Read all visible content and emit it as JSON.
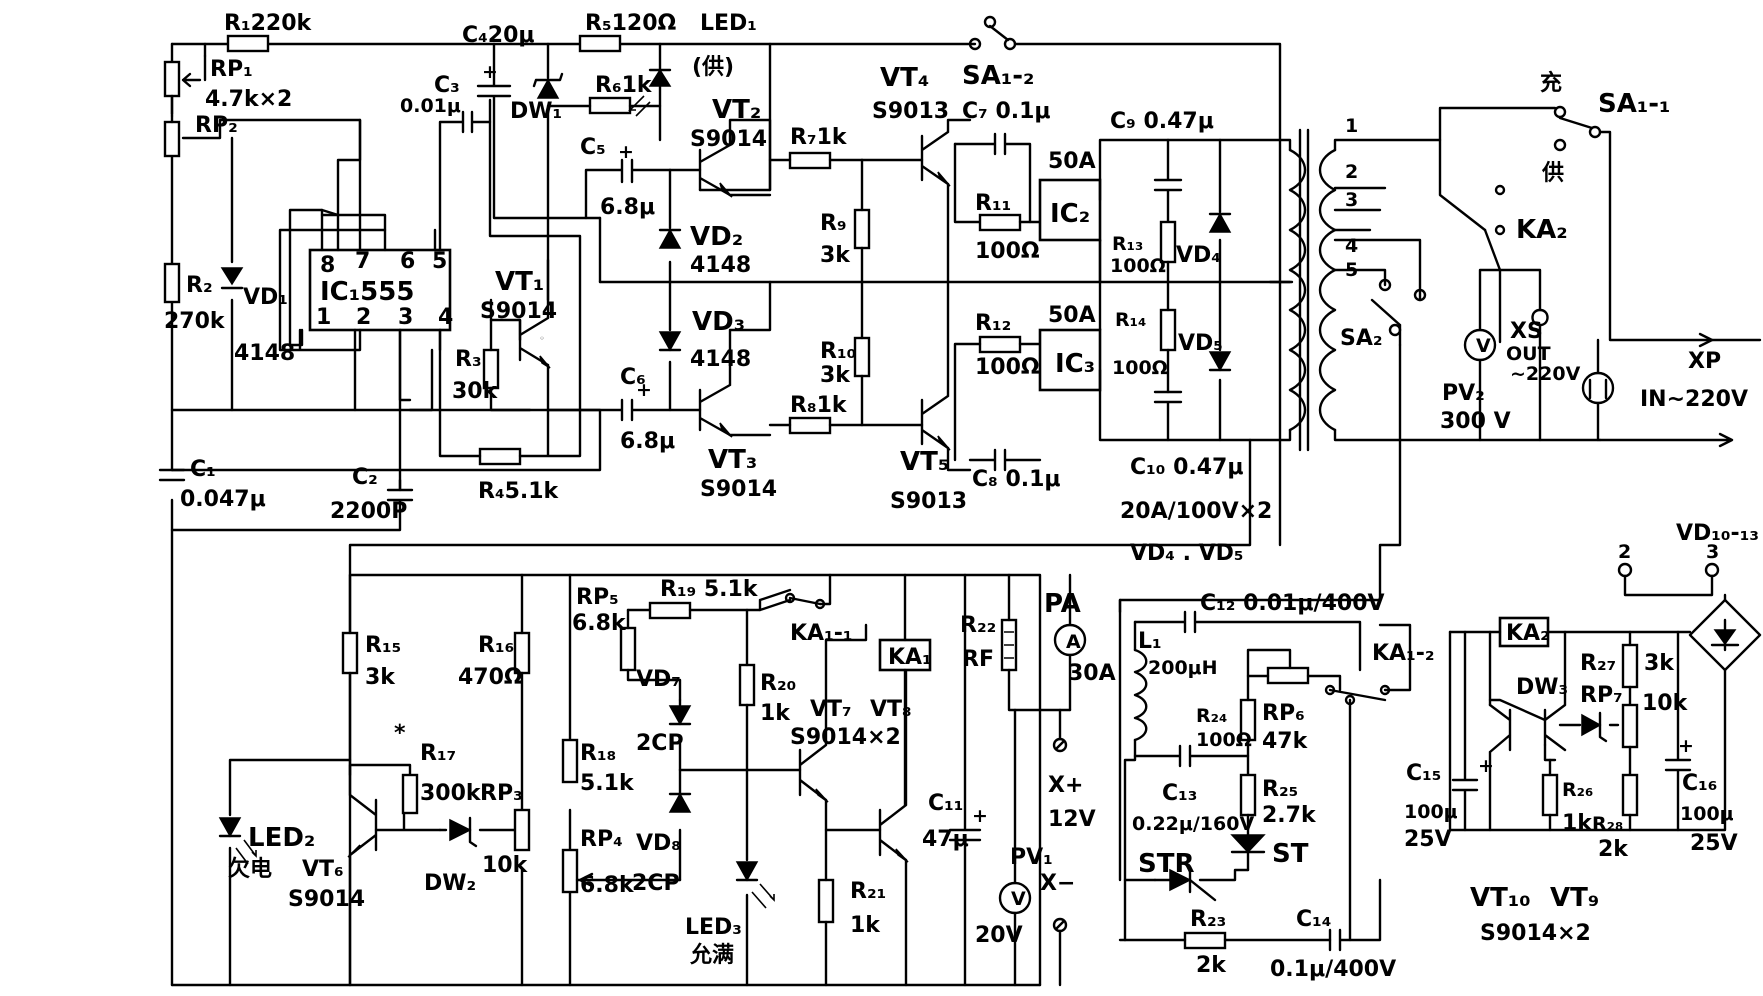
{
  "labels": {
    "R1": "R₁220k",
    "RP1": "RP₁",
    "RP1v": "4.7k×2",
    "RP2": "RP₂",
    "C4": "C₄20μ",
    "R5": "R₅120Ω",
    "LED1": "LED₁",
    "gong": "(供)",
    "SA12": "SA₁-₂",
    "C3": "C₃",
    "C3v": "0.01μ",
    "DW1": "DW₁",
    "R6": "R₆1k",
    "VT2": "VT₂",
    "VT2t": "S9014",
    "VT4": "VT₄",
    "VT4t": "S9013",
    "C7": "C₇ 0.1μ",
    "C9": "C₉ 0.47μ",
    "C5": "C₅",
    "C5v": "6.8μ",
    "R7": "R₇1k",
    "IC1": "IC₁555",
    "p8": "8",
    "p7": "7",
    "p6": "6",
    "p5": "5",
    "p1": "1",
    "p2": "2",
    "p3": "3",
    "p4": "4",
    "VT1": "VT₁",
    "VT1t": "S9014",
    "R2": "R₂",
    "R2v": "270k",
    "VD1": "VD₁",
    "VD1v": "4148",
    "VD2": "VD₂",
    "VD2v": "4148",
    "R9": "R₉",
    "R9v": "3k",
    "A50a": "50A",
    "IC2": "IC₂",
    "R11": "R₁₁",
    "R11v": "100Ω",
    "R13": "R₁₃",
    "R13v": "100Ω",
    "VD4": "VD₄",
    "R3": "R₃",
    "R3v": "30k",
    "VD3": "VD₃",
    "VD3v": "4148",
    "R10": "R₁₀",
    "R10v": "3k",
    "A50b": "50A",
    "IC3": "IC₃",
    "R12": "R₁₂",
    "R12v": "100Ω",
    "R14": "R₁₄",
    "R14v": "100Ω",
    "VD5": "VD₅",
    "C6": "C₆",
    "C6v": "6.8μ",
    "R8": "R₈1k",
    "VT3": "VT₃",
    "VT3t": "S9014",
    "VT5": "VT₅",
    "VT5t": "S9013",
    "C8": "C₈ 0.1μ",
    "C10": "C₁₀ 0.47μ",
    "R4": "R₄5.1k",
    "C1": "C₁",
    "C1v": "0.047μ",
    "C2": "C₂",
    "C2v": "2200P",
    "VD45r": "20A/100V×2",
    "VD45": "VD₄ . VD₅",
    "T1": "1",
    "T2": "2",
    "T3": "3",
    "T4": "4",
    "T5": "5",
    "SA2": "SA₂",
    "chong": "充",
    "gong2": "供",
    "SA11": "SA₁-₁",
    "KA2": "KA₂",
    "PV2": "PV₂",
    "PV2v": "300 V",
    "XS": "XS",
    "OUT": "OUT",
    "OUTv": "~220V",
    "XP": "XP",
    "XPv": "IN~220V",
    "R15": "R₁₅",
    "R15v": "3k",
    "R16": "R₁₆",
    "R16v": "470Ω",
    "star": "*",
    "R17": "R₁₇",
    "R17v": "300k",
    "RP3r": "RP₃",
    "RP3rv": "10k",
    "LED2": "LED₂",
    "LED2t": "欠电",
    "VT6": "VT₆",
    "VT6t": "S9014",
    "DW2": "DW₂",
    "RP5": "RP₅",
    "RP5v": "6.8k",
    "R19": "R₁₉ 5.1k",
    "KA11": "KA₁-₁",
    "VD7": "VD₇",
    "VD7v": "2CP",
    "R20": "R₂₀",
    "R20v": "1k",
    "VT7": "VT₇",
    "VT8": "VT₈",
    "VT78": "S9014×2",
    "KA1": "KA₁",
    "R22": "R₂₂",
    "RF": "RF",
    "PA": "PA",
    "PAv": "30A",
    "R18": "R₁₈",
    "R18v": "5.1k",
    "RP4": "RP₄",
    "RP4v": "6.8k",
    "VD8": "VD₈",
    "VD8v": "2CP",
    "LED3": "LED₃",
    "LED3t": "允满",
    "R21": "R₂₁",
    "R21v": "1k",
    "C11": "C₁₁",
    "C11v": "47μ",
    "PV1": "PV₁",
    "PV1v": "20V",
    "Xp": "X+",
    "Xpv": "12V",
    "Xm": "X−",
    "C12": "C₁₂ 0.01μ/400V",
    "L1": "L₁",
    "L1v": "200μH",
    "KA12": "KA₁-₂",
    "R24": "R₂₄",
    "R24v": "100Ω",
    "RP6": "RP₆",
    "RP6v": "47k",
    "C13": "C₁₃",
    "C13v": "0.22μ/160V",
    "R25": "R₂₅",
    "R25v": "2.7k",
    "STR": "STR",
    "ST": "ST",
    "R23": "R₂₃",
    "R23v": "2k",
    "C14": "C₁₄",
    "C14v": "0.1μ/400V",
    "VD1013": "VD₁₀-₁₃",
    "n2": "2",
    "n3": "3",
    "KA2b": "KA₂",
    "R27": "R₂₇",
    "R27v": "3k",
    "DW3": "DW₃",
    "RP7": "RP₇",
    "RP7v": "10k",
    "C15": "C₁₅",
    "C15v": "100μ",
    "C15w": "25V",
    "R26": "R₂₆",
    "R26v": "1k",
    "R28": "R₂₈",
    "R28v": "2k",
    "C16": "C₁₆",
    "C16v": "100μ",
    "C16w": "25V",
    "VT10": "VT₁₀",
    "VT9": "VT₉",
    "VT910": "S9014×2",
    "pv": "V",
    "pa": "A"
  }
}
